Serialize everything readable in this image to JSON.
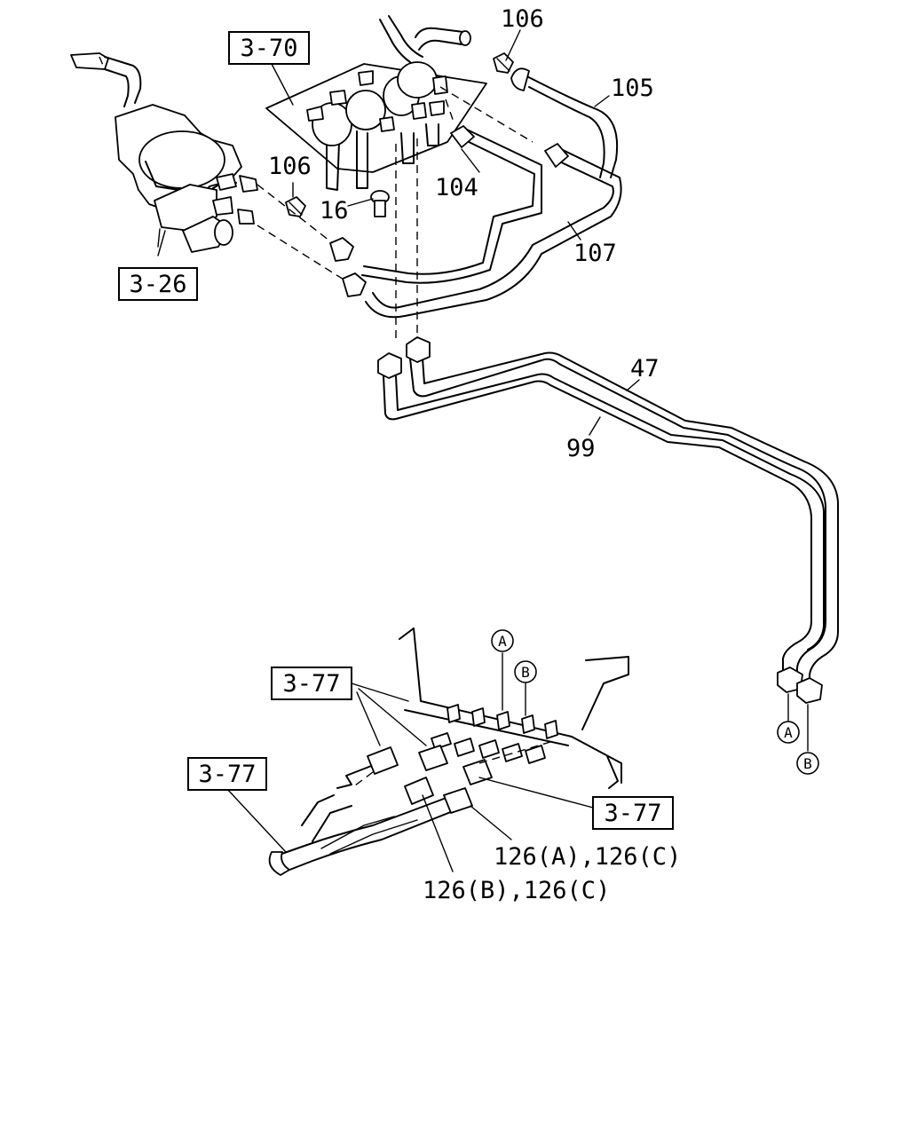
{
  "reference_labels": {
    "ref_3_70": "3-70",
    "ref_3_26": "3-26",
    "ref_3_77_top": "3-77",
    "ref_3_77_left": "3-77",
    "ref_3_77_right": "3-77"
  },
  "part_labels": {
    "p106_top": "106",
    "p105": "105",
    "p106_mid": "106",
    "p104": "104",
    "p16": "16",
    "p107": "107",
    "p47": "47",
    "p99": "99",
    "p126_ac": "126(A),126(C)",
    "p126_bc": "126(B),126(C)"
  },
  "connector_markers": {
    "a_bottom": "A",
    "b_bottom": "B",
    "a_rail": "A",
    "b_rail": "B"
  }
}
